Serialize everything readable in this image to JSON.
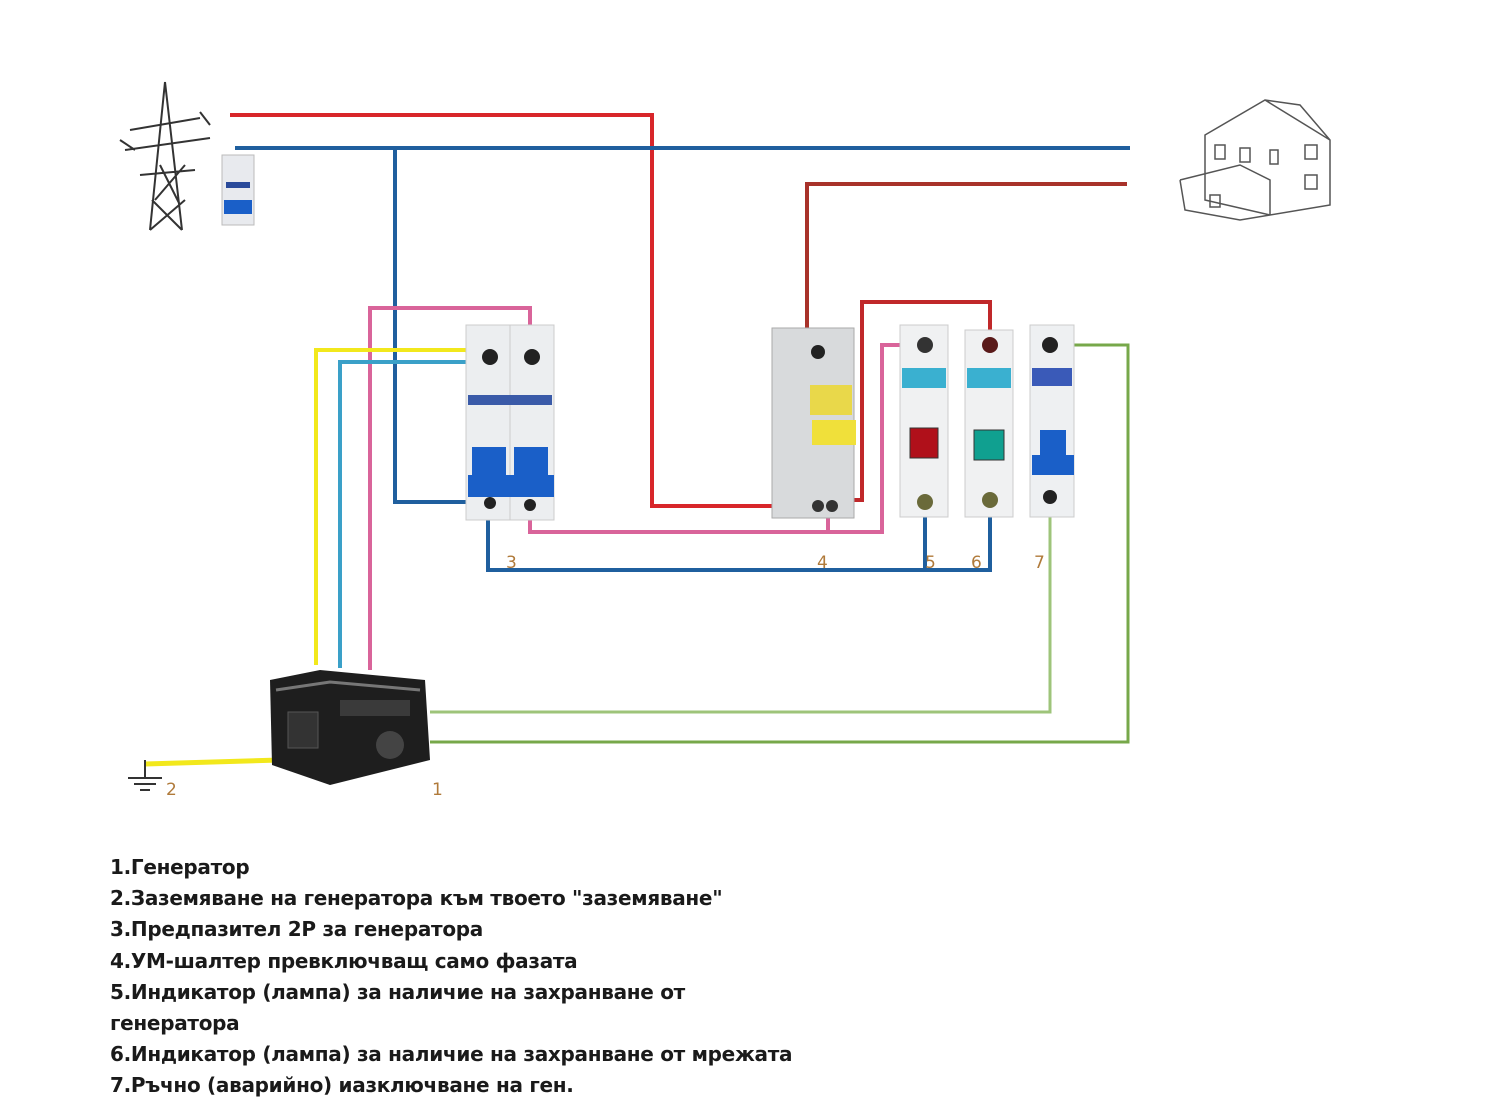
{
  "labels": {
    "n1": "1",
    "n2": "2",
    "n3": "3",
    "n4": "4",
    "n5": "5",
    "n6": "6",
    "n7": "7"
  },
  "legend": [
    "1.Генератор",
    "2.Заземяване на генератора към твоето  \"заземяване\"",
    "3.Предпазител 2P за генератора",
    "4.УМ-шалтер превключващ само фазата",
    "5.Индикатор (лампа) за наличие на захранване от",
    "генератора",
    "6.Индикатор (лампа) за наличие на захранване от мрежата",
    "7.Ръчно (аварийно) иазключване на ген."
  ],
  "colors": {
    "phase": "#d8262a",
    "neutral": "#1f5f9e",
    "dark_phase": "#a8322a",
    "pink": "#d9649a",
    "yellow": "#f2e81c",
    "cyan": "#3aa0c8",
    "green": "#77a84a",
    "breaker_blue": "#1a5fc8"
  }
}
